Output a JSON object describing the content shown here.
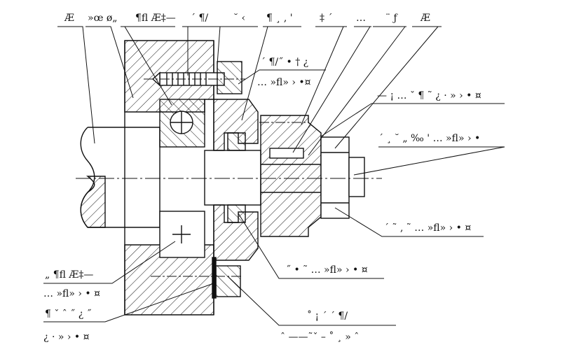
{
  "top_labels": [
    "Æ",
    "»œ ø„",
    "¶fl Æ‡—",
    "´ ¶/",
    "˘ ‹",
    "¶ ¸ ‚ '",
    "‡ ´",
    "…",
    "¨ ƒ",
    "Æ"
  ],
  "right_labels": {
    "r1_top": "´ ¶/˝ • † ¿",
    "r1_bottom": "… »fl» › •¤",
    "r2": "— ¡ … ˇ ¶ ˜ ¿ · » › • ¤",
    "r3": "´ ¸ ˘ „ ‰ ' … »fl» › •",
    "r4": "´ ˜ ‚ ˜ … »fl» › • ¤",
    "r5": "˝ •   ˜ … »fl» › • ¤"
  },
  "left_labels": {
    "l1_top": "„ ¶fl Æ‡—",
    "l1_bottom": "… »fl» › • ¤",
    "l2_top": "¶ ˇ ˆ ˝ ¿ ˝",
    "l2_bottom": "¿ · » › • ¤"
  },
  "bottom_labels": {
    "b1_top": "˚ ¡ ´ ´ ¶/",
    "b1_bottom": "ˆ ——˜ˇ – ˚ ¸ » ˆ"
  },
  "colors": {
    "line": "#111111",
    "background": "#ffffff"
  }
}
